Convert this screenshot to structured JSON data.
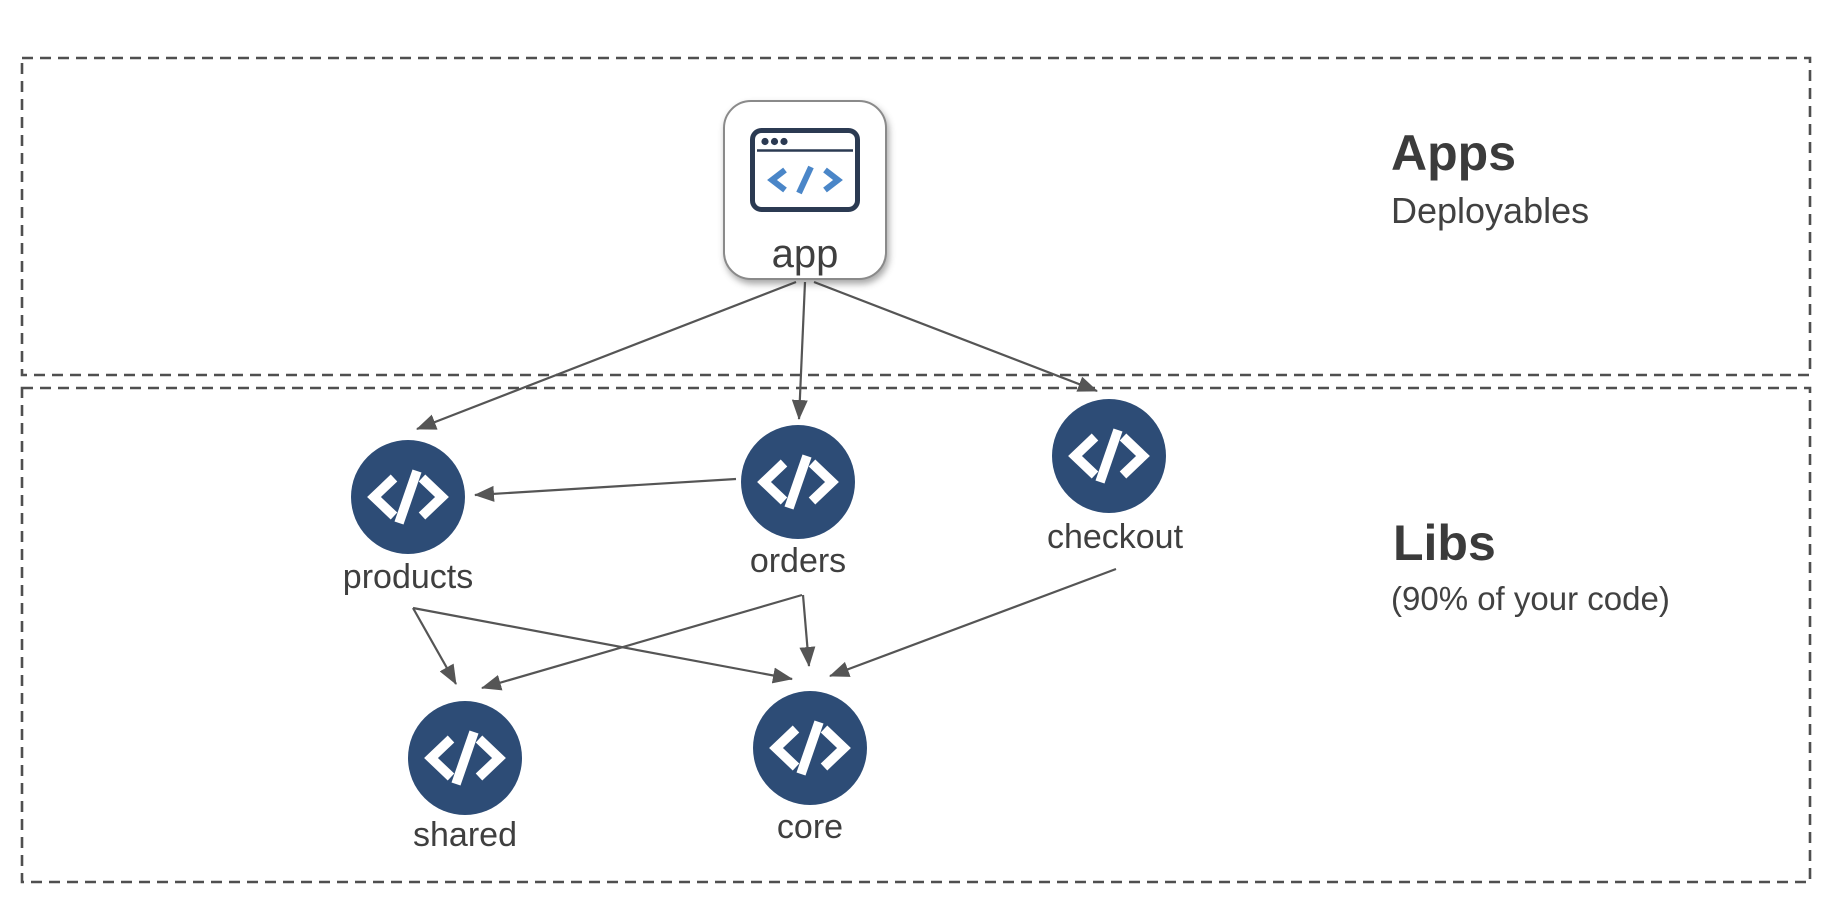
{
  "regions": {
    "apps": {
      "title": "Apps",
      "subtitle": "Deployables"
    },
    "libs": {
      "title": "Libs",
      "subtitle": "(90% of your code)"
    }
  },
  "nodes": {
    "app": {
      "label": "app",
      "type": "application",
      "icon": "browser-window-code"
    },
    "products": {
      "label": "products",
      "type": "library",
      "icon": "code-brackets"
    },
    "orders": {
      "label": "orders",
      "type": "library",
      "icon": "code-brackets"
    },
    "checkout": {
      "label": "checkout",
      "type": "library",
      "icon": "code-brackets"
    },
    "shared": {
      "label": "shared",
      "type": "library",
      "icon": "code-brackets"
    },
    "core": {
      "label": "core",
      "type": "library",
      "icon": "code-brackets"
    }
  },
  "edges": [
    {
      "from": "app",
      "to": "products"
    },
    {
      "from": "app",
      "to": "orders"
    },
    {
      "from": "app",
      "to": "checkout"
    },
    {
      "from": "orders",
      "to": "products"
    },
    {
      "from": "products",
      "to": "shared"
    },
    {
      "from": "products",
      "to": "core"
    },
    {
      "from": "orders",
      "to": "shared"
    },
    {
      "from": "orders",
      "to": "core"
    },
    {
      "from": "checkout",
      "to": "core"
    }
  ],
  "colors": {
    "lib_node_fill": "#2d4c76",
    "icon_blue": "#4a86c8",
    "icon_navy": "#2b3a52",
    "arrow": "#555555",
    "text": "#3f3f3f",
    "dashed_border": "#4f4f4f",
    "background": "#ffffff"
  }
}
